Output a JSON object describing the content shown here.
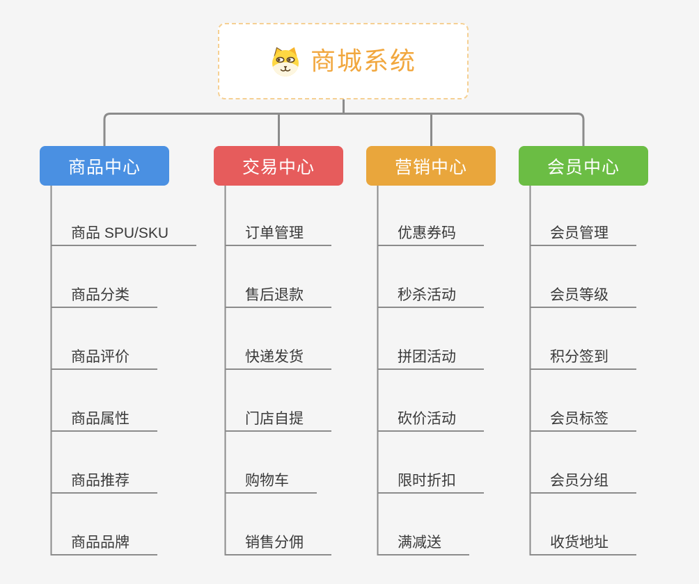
{
  "root": {
    "title": "商城系统",
    "icon": "shiba-dog-icon"
  },
  "branches": [
    {
      "label": "商品中心",
      "color": "#4a90e2",
      "items": [
        "商品 SPU/SKU",
        "商品分类",
        "商品评价",
        "商品属性",
        "商品推荐",
        "商品品牌"
      ]
    },
    {
      "label": "交易中心",
      "color": "#e65c5c",
      "items": [
        "订单管理",
        "售后退款",
        "快递发货",
        "门店自提",
        "购物车",
        "销售分佣"
      ]
    },
    {
      "label": "营销中心",
      "color": "#e9a63c",
      "items": [
        "优惠券码",
        "秒杀活动",
        "拼团活动",
        "砍价活动",
        "限时折扣",
        "满减送"
      ]
    },
    {
      "label": "会员中心",
      "color": "#6bbd44",
      "items": [
        "会员管理",
        "会员等级",
        "积分签到",
        "会员标签",
        "会员分组",
        "收货地址"
      ]
    }
  ],
  "colors": {
    "background": "#f5f5f5",
    "connector": "#8b8b8b",
    "root_title": "#f1a73e",
    "root_border": "#f5d093",
    "item_text": "#3a3a3a"
  }
}
